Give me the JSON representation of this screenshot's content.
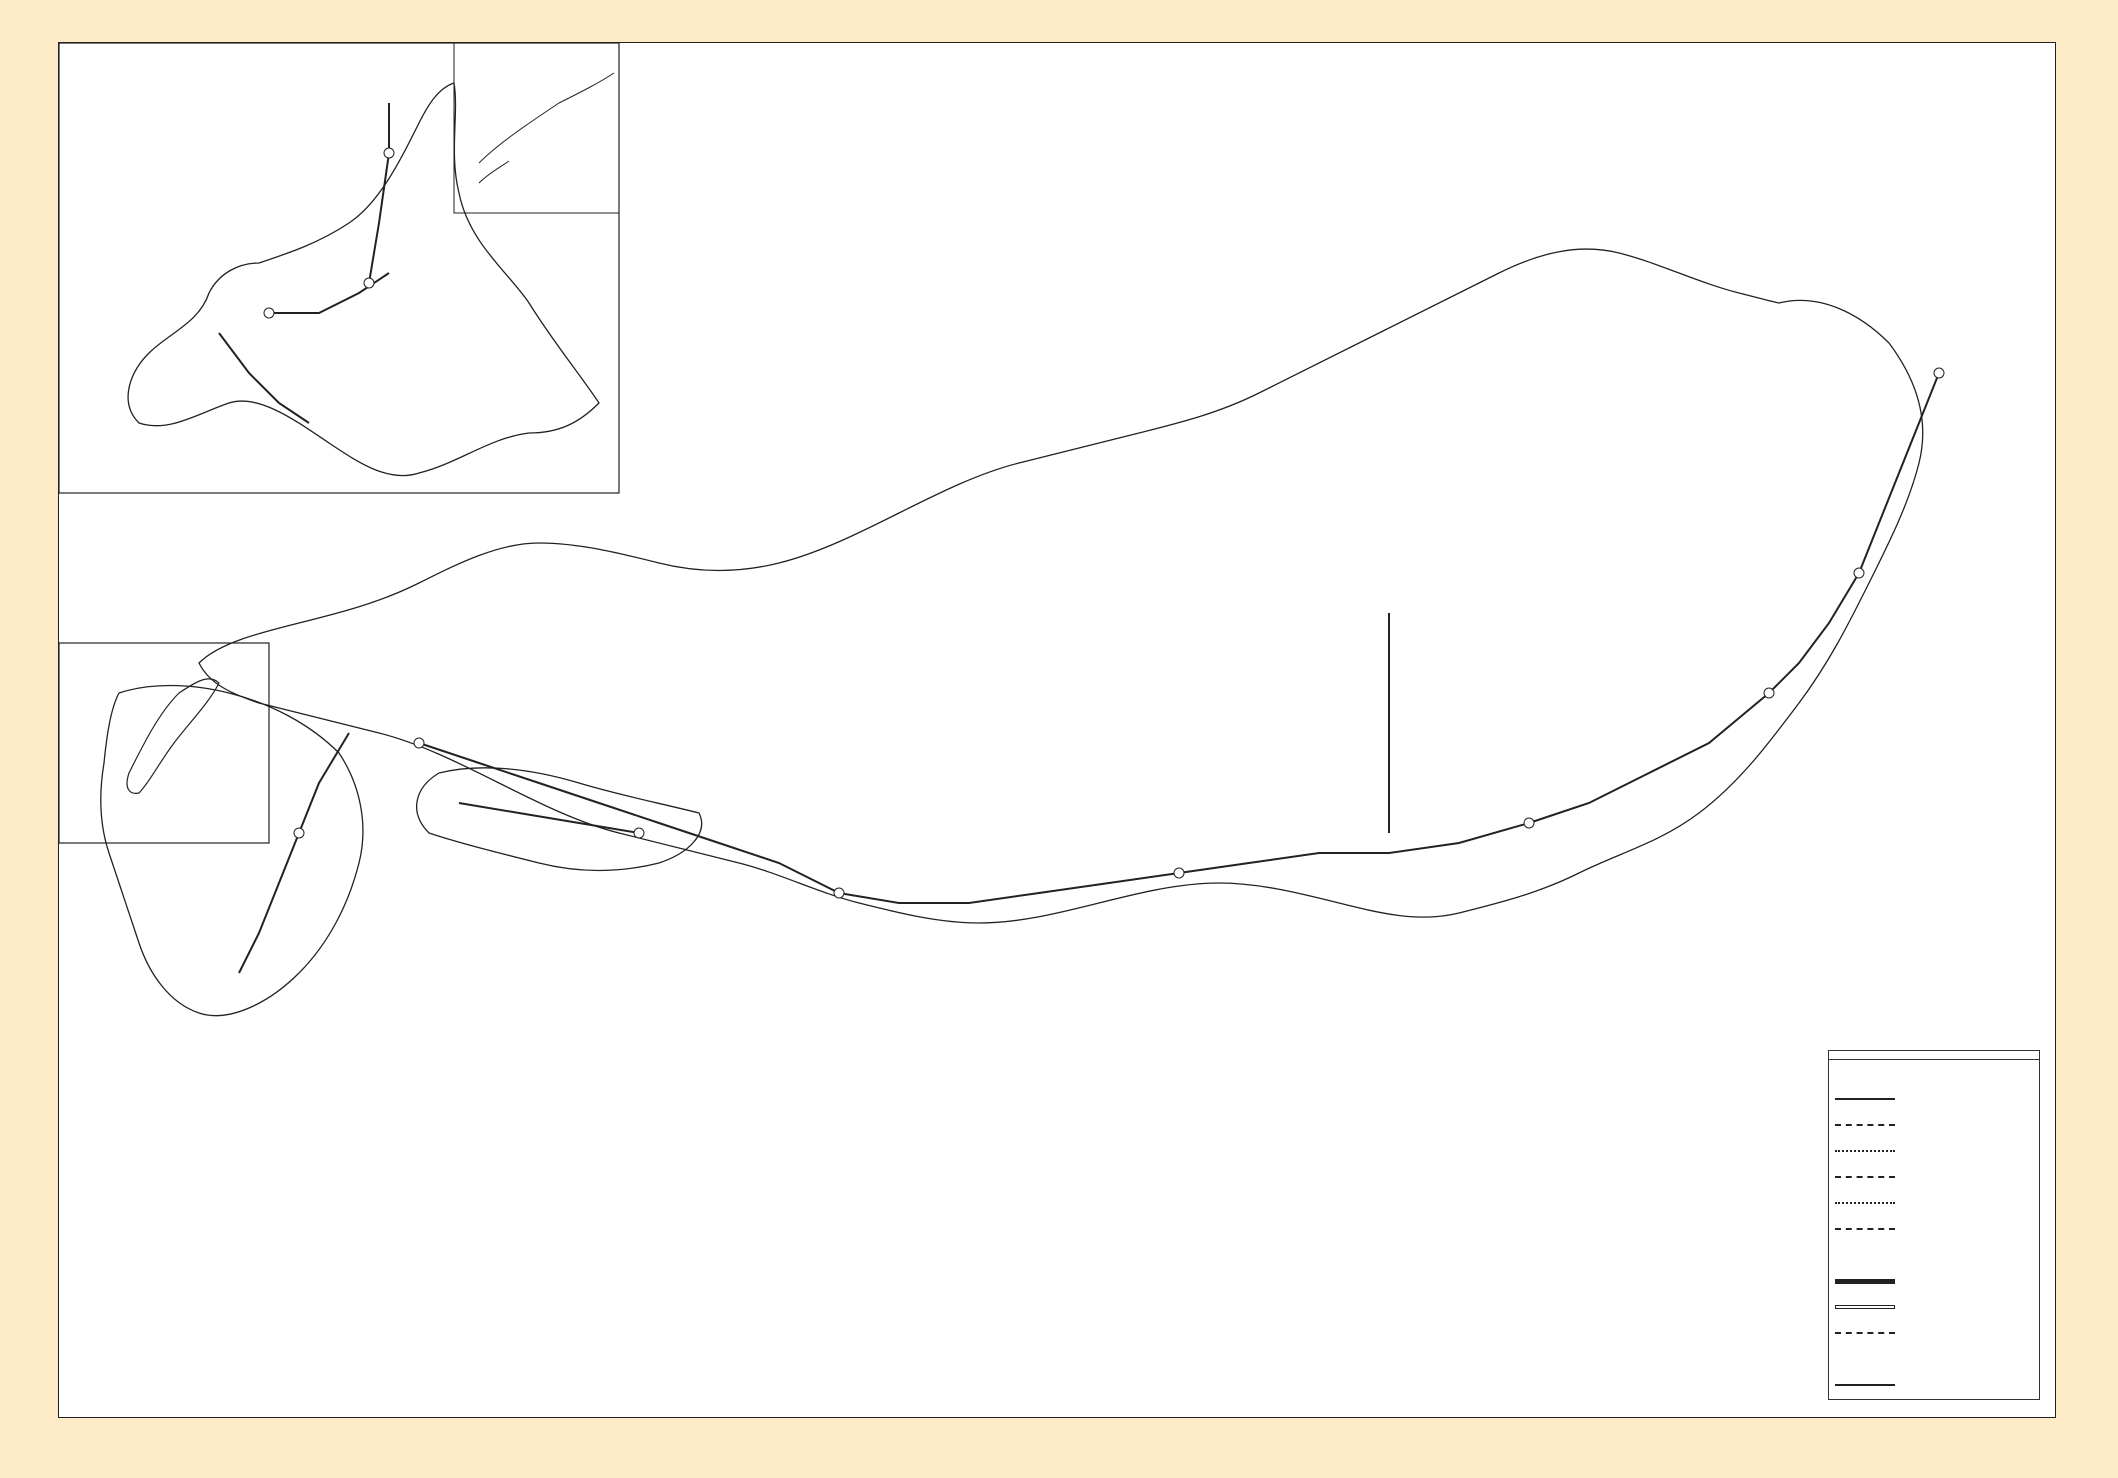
{
  "document": {
    "caption": null
  },
  "route_tables": [
    {
      "title": null,
      "headers": [],
      "rows": []
    },
    {
      "title": null,
      "headers": [],
      "rows": []
    }
  ],
  "legend": {
    "title": null,
    "sections": [
      {
        "heading": null,
        "items": [
          {
            "label": null,
            "style": "solid"
          },
          {
            "label": null,
            "style": "dash"
          },
          {
            "label": null,
            "style": "dot"
          },
          {
            "label": null,
            "style": "dash"
          },
          {
            "label": null,
            "style": "dot"
          },
          {
            "label": null,
            "style": "dash"
          }
        ]
      },
      {
        "heading": null,
        "items": [
          {
            "label": null,
            "style": "thick"
          },
          {
            "label": null,
            "style": "hollow"
          },
          {
            "label": null,
            "style": "dash"
          }
        ]
      },
      {
        "heading": null,
        "items": [
          {
            "label": null,
            "style": "solid"
          }
        ]
      }
    ]
  },
  "notes": [],
  "colors": {
    "paper": "#fdebc8",
    "map_bg": "#ffffff",
    "ink": "#111111"
  }
}
